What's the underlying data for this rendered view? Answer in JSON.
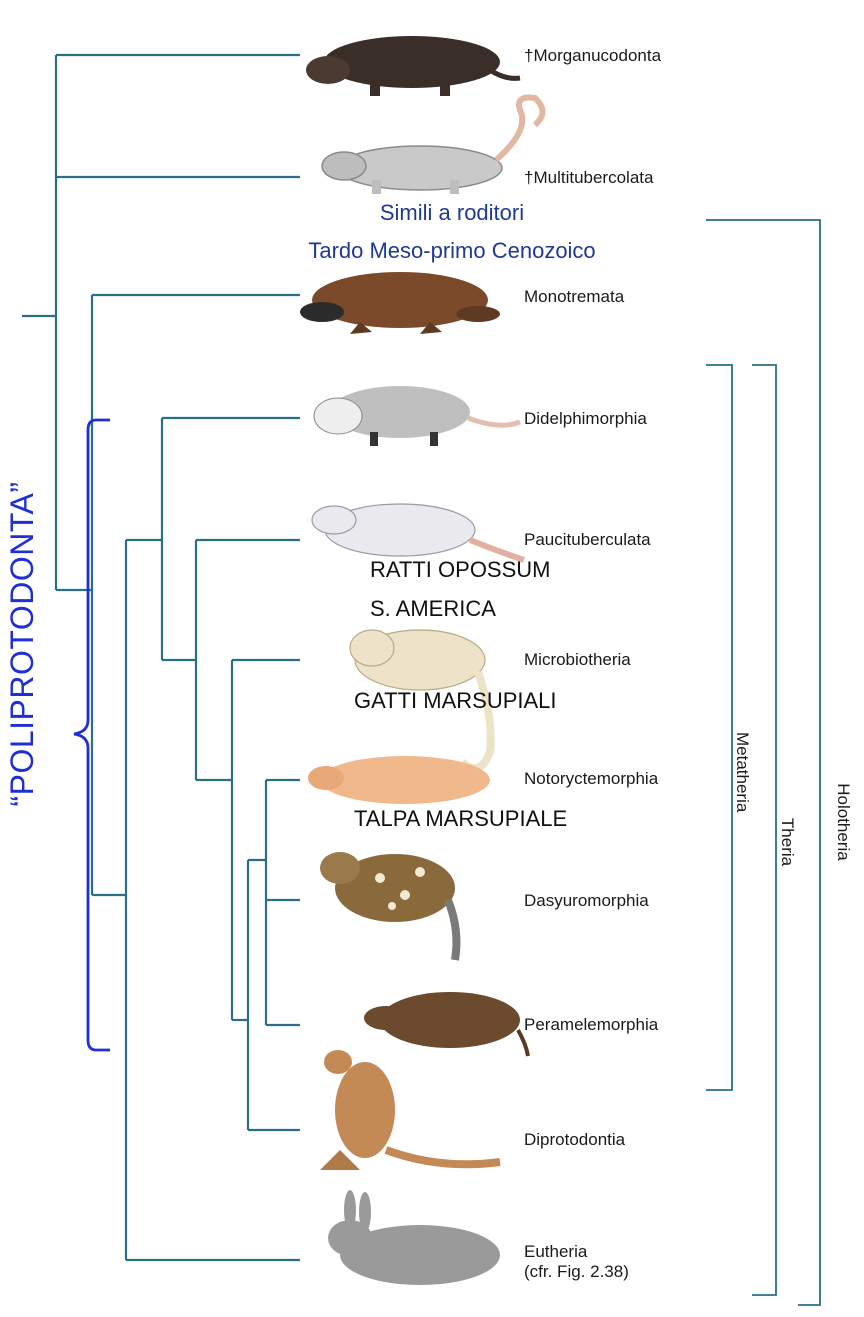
{
  "taxa": {
    "morganucodonta": "†Morganucodonta",
    "multitubercolata": "†Multitubercolata",
    "monotremata": "Monotremata",
    "didelphimorphia": "Didelphimorphia",
    "paucituberculata": "Paucituberculata",
    "microbiotheria": "Microbiotheria",
    "notoryctemorphia": "Notoryctemorphia",
    "dasyuromorphia": "Dasyuromorphia",
    "peramelemorphia": "Peramelemorphia",
    "diprotodontia": "Diprotodontia",
    "eutheria": "Eutheria",
    "eutheria_ref": "(cfr. Fig. 2.38)"
  },
  "clades": {
    "metatheria": "Metatheria",
    "theria": "Theria",
    "holotheria": "Holotheria",
    "poliprotodonta": "“POLIPROTODONTA”"
  },
  "notes": {
    "multituberculata_line1": "Simili a roditori",
    "multituberculata_line2": "Tardo Meso-primo Cenozoico",
    "paucituberculata_line1": "RATTI OPOSSUM",
    "paucituberculata_line2": "S. AMERICA",
    "microbiotheria": "GATTI MARSUPIALI",
    "notoryctemorphia": "TALPA MARSUPIALE"
  },
  "colors": {
    "tree_lines": "#2a6f86",
    "bracket_blue": "#1f2fd6",
    "note_blue": "#1f3a93"
  }
}
